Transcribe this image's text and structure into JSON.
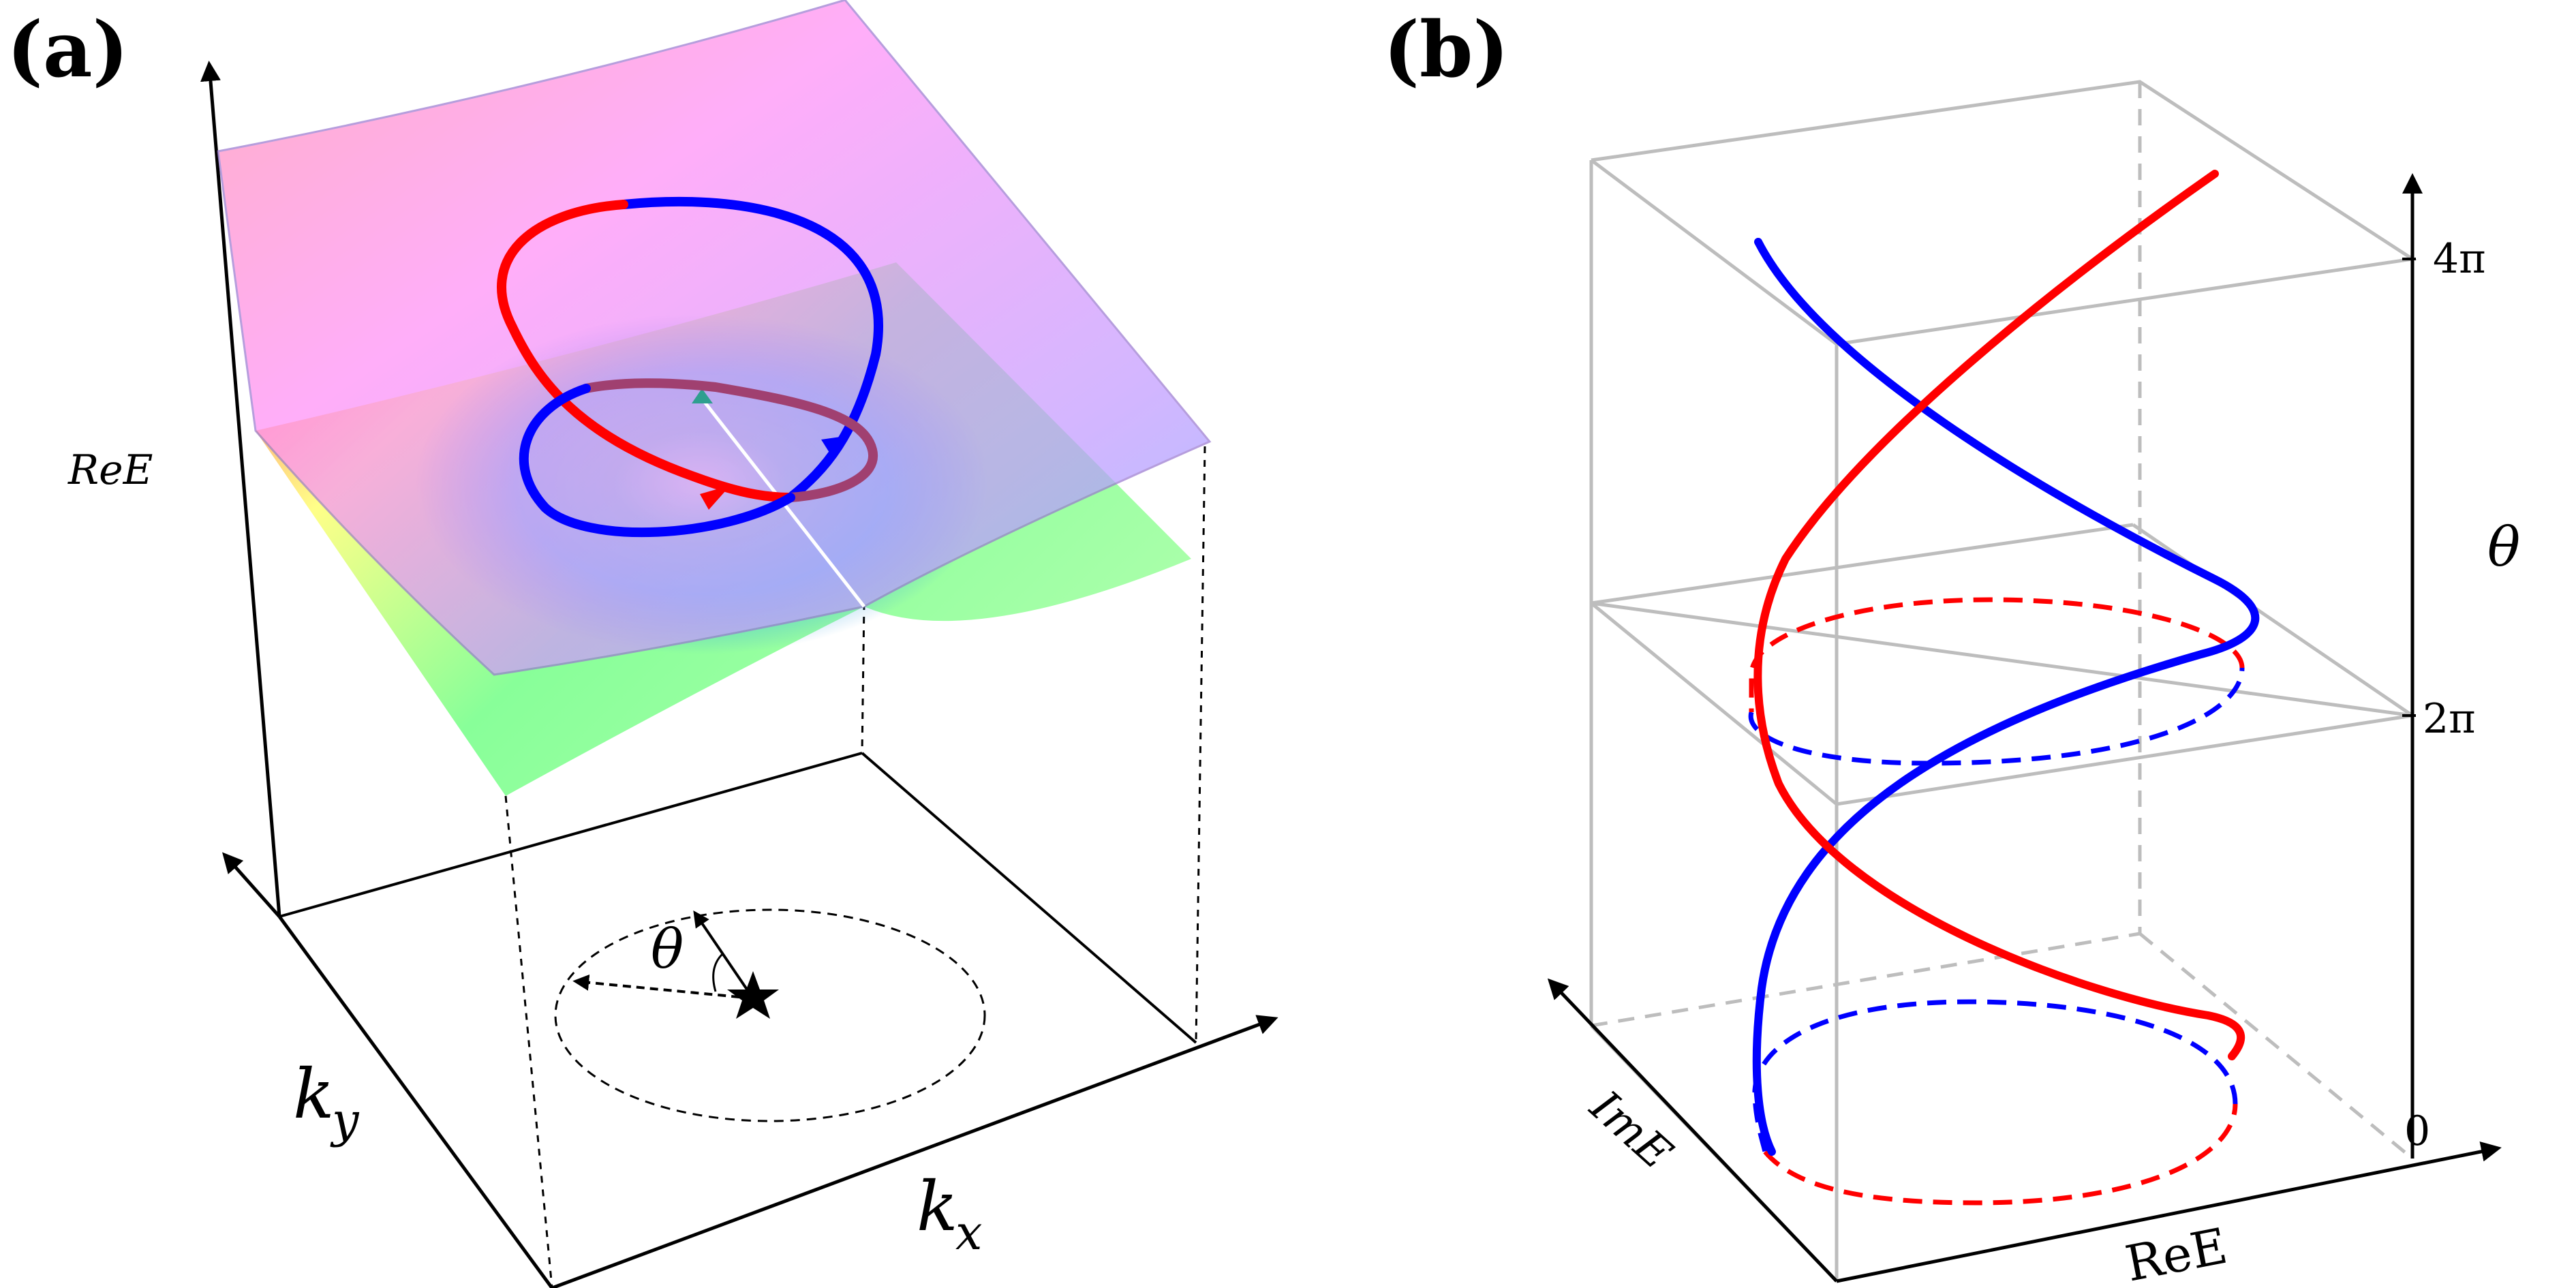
{
  "panel_a": {
    "label": "(a)",
    "axis_vertical_label": "ReE",
    "axis_ky_label_main": "k",
    "axis_ky_label_sub": "y",
    "axis_kx_label_main": "k",
    "axis_kx_label_sub": "x",
    "angle_label": "θ"
  },
  "panel_b": {
    "label": "(b)",
    "axis_theta_label": "θ",
    "axis_ime_label": "ImE",
    "axis_ree_label": "ReE",
    "ticks": [
      "0",
      "2π",
      "4π"
    ]
  },
  "colors": {
    "red_branch": "#ff0000",
    "blue_branch": "#0000ff",
    "box_edges": "#bdbdbd",
    "upper_sheet": "#ff99ff",
    "lower_sheet": "#33ffff"
  }
}
